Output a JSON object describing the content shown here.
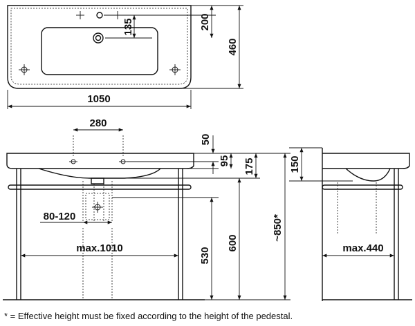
{
  "dimensions": {
    "top_depth": "460",
    "top_back_to_tap": "200",
    "top_tap_to_rim": "135",
    "top_width": "1050",
    "tap_spacing": "280",
    "front_50": "50",
    "front_95": "95",
    "front_175": "175",
    "siphon_range": "80-120",
    "frame_width": "max.1010",
    "frame_530": "530",
    "frame_600": "600",
    "overall_height": "~850*",
    "side_150": "150",
    "side_depth": "max.440"
  },
  "footnote": "* = Effective height must be fixed according to the height of the pedestal."
}
